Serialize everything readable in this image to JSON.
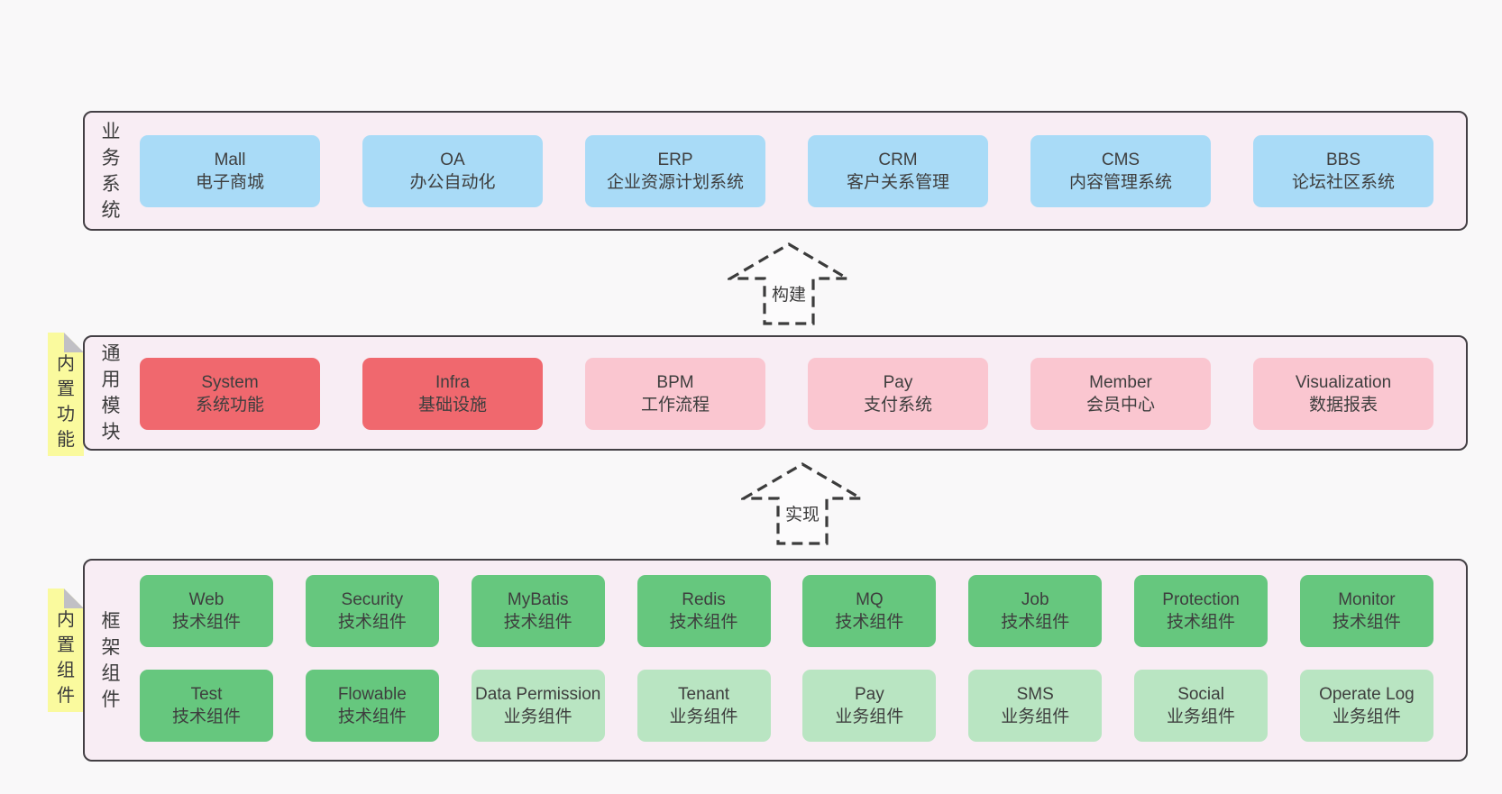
{
  "diagram": {
    "arrows": [
      {
        "label": "构建"
      },
      {
        "label": "实现"
      }
    ],
    "sections": [
      {
        "label": "业务系统",
        "boxes": [
          {
            "name": "Mall",
            "desc": "电子商城"
          },
          {
            "name": "OA",
            "desc": "办公自动化"
          },
          {
            "name": "ERP",
            "desc": "企业资源计划系统"
          },
          {
            "name": "CRM",
            "desc": "客户关系管理"
          },
          {
            "name": "CMS",
            "desc": "内容管理系统"
          },
          {
            "name": "BBS",
            "desc": "论坛社区系统"
          }
        ]
      },
      {
        "label": "通用模块",
        "sticky": "内置功能",
        "boxes": [
          {
            "name": "System",
            "desc": "系统功能"
          },
          {
            "name": "Infra",
            "desc": "基础设施"
          },
          {
            "name": "BPM",
            "desc": "工作流程"
          },
          {
            "name": "Pay",
            "desc": "支付系统"
          },
          {
            "name": "Member",
            "desc": "会员中心"
          },
          {
            "name": "Visualization",
            "desc": "数据报表"
          }
        ]
      },
      {
        "label": "框架组件",
        "sticky": "内置组件",
        "rows": [
          [
            {
              "name": "Web",
              "desc": "技术组件"
            },
            {
              "name": "Security",
              "desc": "技术组件"
            },
            {
              "name": "MyBatis",
              "desc": "技术组件"
            },
            {
              "name": "Redis",
              "desc": "技术组件"
            },
            {
              "name": "MQ",
              "desc": "技术组件"
            },
            {
              "name": "Job",
              "desc": "技术组件"
            },
            {
              "name": "Protection",
              "desc": "技术组件"
            },
            {
              "name": "Monitor",
              "desc": "技术组件"
            }
          ],
          [
            {
              "name": "Test",
              "desc": "技术组件"
            },
            {
              "name": "Flowable",
              "desc": "技术组件"
            },
            {
              "name": "Data Permission",
              "desc": "业务组件"
            },
            {
              "name": "Tenant",
              "desc": "业务组件"
            },
            {
              "name": "Pay",
              "desc": "业务组件"
            },
            {
              "name": "SMS",
              "desc": "业务组件"
            },
            {
              "name": "Social",
              "desc": "业务组件"
            },
            {
              "name": "Operate Log",
              "desc": "业务组件"
            }
          ]
        ]
      }
    ]
  },
  "colors": {
    "page_background": "#f9f8f9",
    "panel_background": "#f8edf4",
    "panel_border": "#433f44",
    "business_box": "#a9dbf7",
    "core_module_box": "#f0686e",
    "optional_module_box": "#fac6d0",
    "tech_component_box": "#66c77e",
    "biz_component_box": "#b9e5c2",
    "sticky_note": "#fafa9e",
    "sticky_fold": "#c1c0c5",
    "text": "#3e3e3e"
  }
}
